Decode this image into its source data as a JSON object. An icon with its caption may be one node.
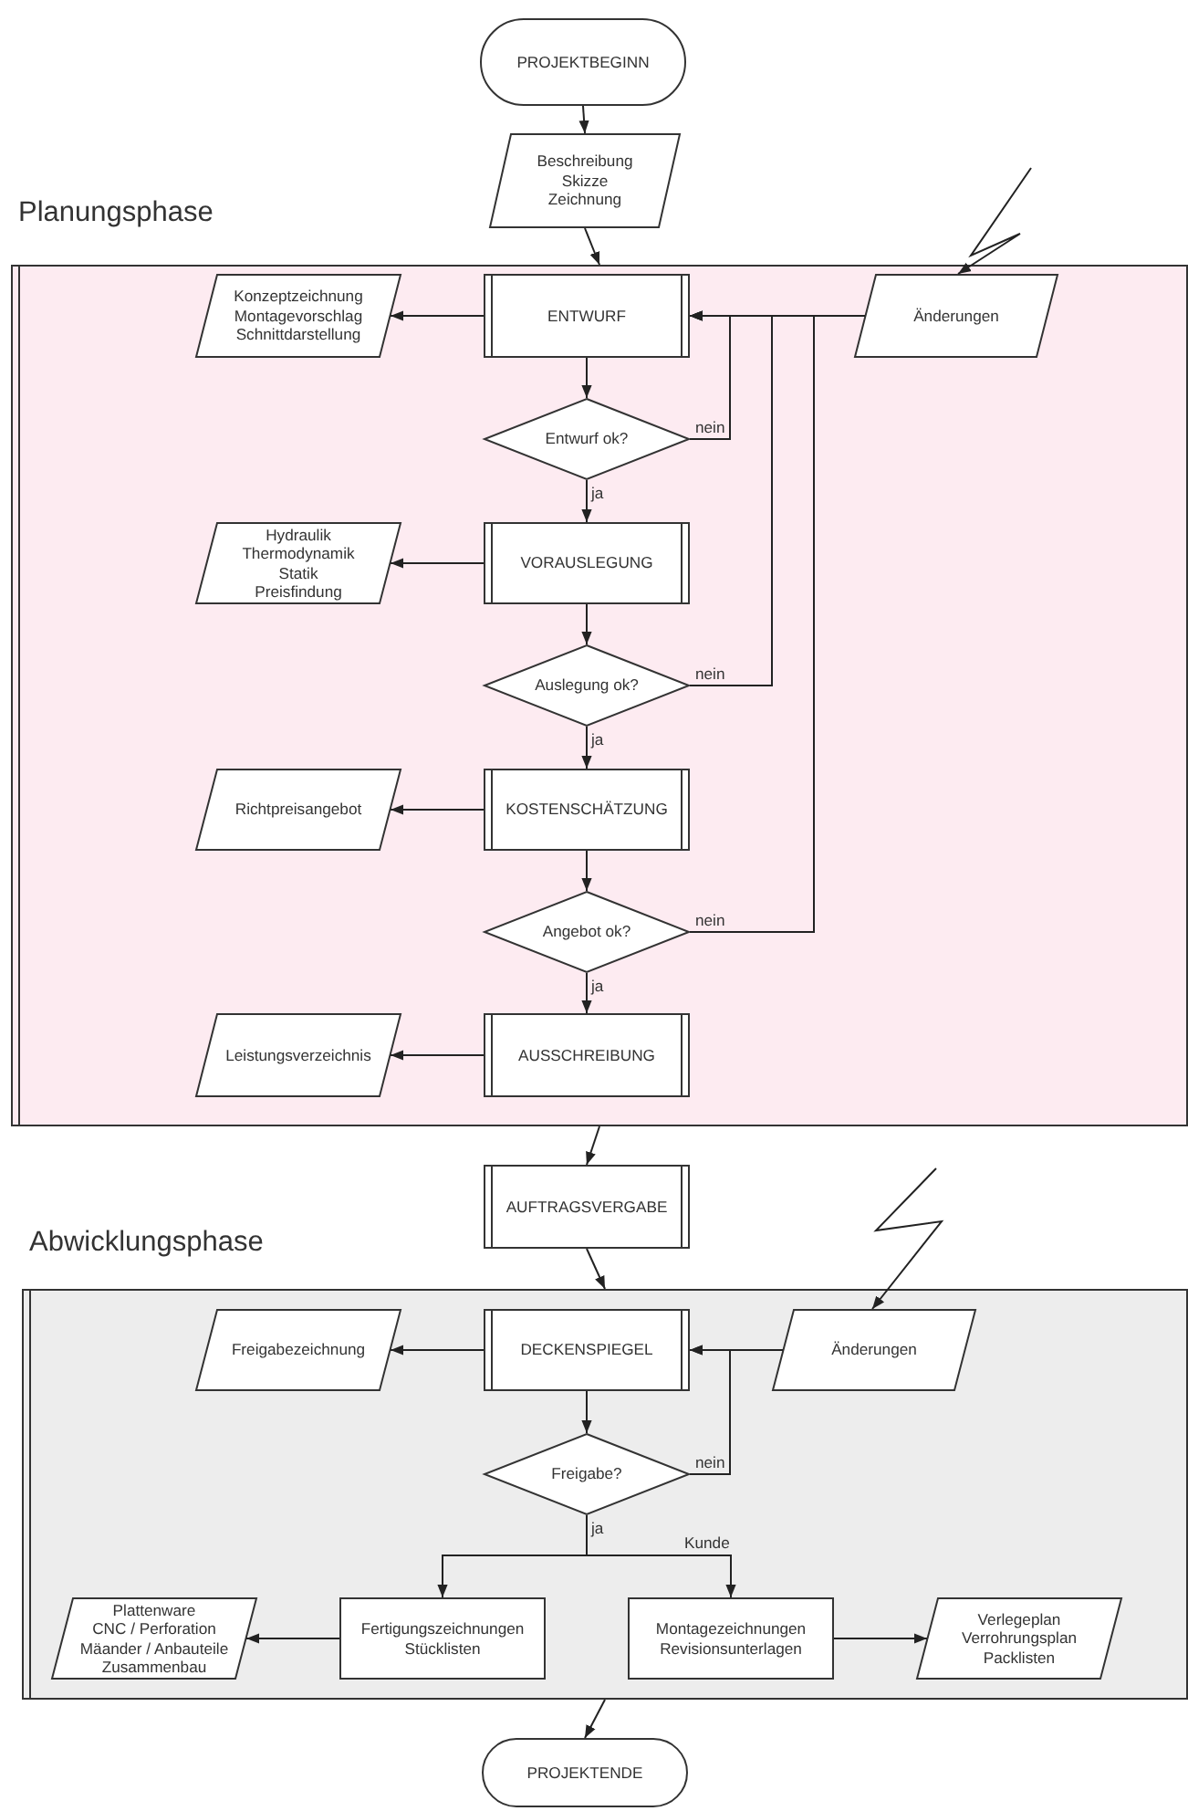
{
  "diagram": {
    "nodes": [
      {
        "text": [
          "PROJEKTBEGINN"
        ]
      },
      {
        "text": [
          "Beschreibung",
          "Skizze",
          "Zeichnung"
        ]
      },
      {
        "text": [
          "Planungsphase"
        ]
      },
      {
        "text": [
          "ENTWURF"
        ],
        "in": 2
      },
      {
        "text": [
          "Konzeptzeichnung",
          "Montagevorschlag",
          "Schnittdarstellung"
        ],
        "in": 2
      },
      {
        "text": [
          "Änderungen"
        ],
        "in": 2
      },
      {
        "text": [
          "Entwurf ok?"
        ],
        "in": 2
      },
      {
        "text": [
          "VORAUSLEGUNG"
        ],
        "in": 2
      },
      {
        "text": [
          "Hydraulik",
          "Thermodynamik",
          "Statik",
          "Preisfindung"
        ],
        "in": 2
      },
      {
        "text": [
          "Auslegung ok?"
        ],
        "in": 2
      },
      {
        "text": [
          "KOSTENSCHÄTZUNG"
        ],
        "in": 2
      },
      {
        "text": [
          "Richtpreisangebot"
        ],
        "in": 2
      },
      {
        "text": [
          "Angebot ok?"
        ],
        "in": 2
      },
      {
        "text": [
          "AUSSCHREIBUNG"
        ],
        "in": 2
      },
      {
        "text": [
          "Leistungsverzeichnis"
        ],
        "in": 2
      },
      {
        "text": [
          "AUFTRAGSVERGABE"
        ]
      },
      {
        "text": [
          "Abwicklungsphase"
        ]
      },
      {
        "text": [
          "DECKENSPIEGEL"
        ],
        "in": 16
      },
      {
        "text": [
          "Freigabezeichnung"
        ],
        "in": 16
      },
      {
        "text": [
          "Änderungen"
        ],
        "in": 16
      },
      {
        "text": [
          "Freigabe?"
        ],
        "in": 16
      },
      {
        "text": [
          "Fertigungszeichnungen",
          "Stücklisten"
        ],
        "in": 16
      },
      {
        "text": [
          "Plattenware",
          "CNC / Perforation",
          "Mäander / Anbauteile",
          "Zusammenbau"
        ],
        "in": 16
      },
      {
        "text": [
          "Montagezeichnungen",
          "Revisionsunterlagen"
        ],
        "in": 16
      },
      {
        "text": [
          "Verlegeplan",
          "Verrohrungsplan",
          "Packlisten"
        ],
        "in": 16
      },
      {
        "text": [
          "PROJEKTENDE"
        ]
      }
    ],
    "edges": [
      {
        "from": 0,
        "to": 1,
        "arrow": "to"
      },
      {
        "from": 1,
        "to": 2,
        "arrow": "to"
      },
      {
        "from": 3,
        "to": 4,
        "arrow": "to"
      },
      {
        "from": 5,
        "to": 3,
        "arrow": "to"
      },
      {
        "from": 3,
        "to": 6,
        "arrow": "to"
      },
      {
        "from": 6,
        "to": 3,
        "arrow": "to",
        "label": "nein"
      },
      {
        "from": 6,
        "to": 7,
        "arrow": "to",
        "label": "ja"
      },
      {
        "from": 7,
        "to": 8,
        "arrow": "to"
      },
      {
        "from": 7,
        "to": 9,
        "arrow": "to"
      },
      {
        "from": 9,
        "to": 3,
        "arrow": "to",
        "label": "nein"
      },
      {
        "from": 9,
        "to": 10,
        "arrow": "to",
        "label": "ja"
      },
      {
        "from": 10,
        "to": 11,
        "arrow": "to"
      },
      {
        "from": 10,
        "to": 12,
        "arrow": "to"
      },
      {
        "from": 12,
        "to": 3,
        "arrow": "to",
        "label": "nein"
      },
      {
        "from": 12,
        "to": 13,
        "arrow": "to",
        "label": "ja"
      },
      {
        "from": 13,
        "to": 14,
        "arrow": "to"
      },
      {
        "from": 2,
        "to": 15,
        "arrow": "to"
      },
      {
        "from": 15,
        "to": 16,
        "arrow": "to"
      },
      {
        "from": 19,
        "to": 17,
        "arrow": "to"
      },
      {
        "from": 17,
        "to": 18,
        "arrow": "to"
      },
      {
        "from": 17,
        "to": 20,
        "arrow": "to"
      },
      {
        "from": 20,
        "to": 17,
        "arrow": "to",
        "label": "nein"
      },
      {
        "from": 20,
        "to": 21,
        "arrow": "to",
        "label": "ja"
      },
      {
        "from": 20,
        "to": 23,
        "arrow": "to",
        "label": "Kunde"
      },
      {
        "from": 21,
        "to": 22,
        "arrow": "to"
      },
      {
        "from": 23,
        "to": 24,
        "arrow": "to"
      },
      {
        "from": 16,
        "to": 25,
        "arrow": "to"
      },
      {
        "from": null,
        "to": 5,
        "arrow": "to"
      },
      {
        "from": null,
        "to": 19,
        "arrow": "to"
      }
    ]
  }
}
